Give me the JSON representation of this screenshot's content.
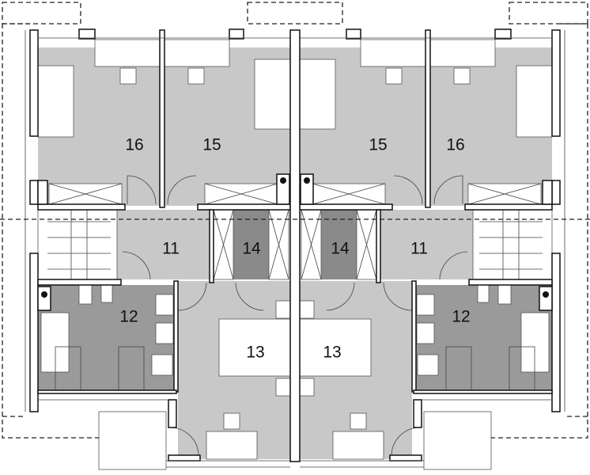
{
  "drawing": {
    "type": "floor plan",
    "colors": {
      "room_fill": "#c8c8c8",
      "dark_room_fill": "#8a8a8a",
      "bath_fill": "#9a9a9a",
      "wall": "#111111",
      "furniture": "#ffffff"
    },
    "rooms": [
      {
        "label": "16"
      },
      {
        "label": "15"
      },
      {
        "label": "15"
      },
      {
        "label": "16"
      },
      {
        "label": "11"
      },
      {
        "label": "14"
      },
      {
        "label": "14"
      },
      {
        "label": "11"
      },
      {
        "label": "12"
      },
      {
        "label": "13"
      },
      {
        "label": "13"
      },
      {
        "label": "12"
      }
    ]
  }
}
